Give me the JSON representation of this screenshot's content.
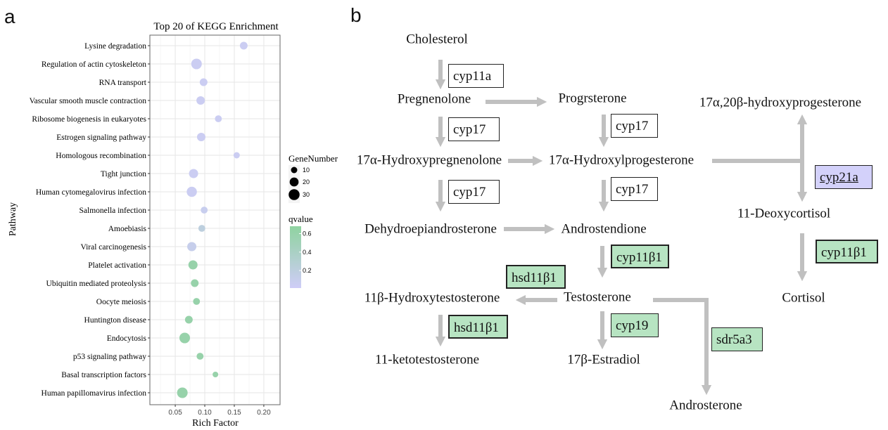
{
  "panels": {
    "a": "a",
    "b": "b"
  },
  "chart_data": {
    "type": "scatter",
    "title": "Top 20 of KEGG Enrichment",
    "xlabel": "Rich Factor",
    "ylabel": "Pathway",
    "xlim": [
      0.007,
      0.2275
    ],
    "x_ticks": [
      0.05,
      0.1,
      0.15,
      0.2
    ],
    "x_tick_labels": [
      "0.05",
      "0.10",
      "0.15",
      "0.20"
    ],
    "grid": true,
    "categories": [
      "Lysine degradation",
      "Regulation of actin cytoskeleton",
      "RNA transport",
      "Vascular smooth muscle contraction",
      "Ribosome biogenesis in eukaryotes",
      "Estrogen signaling pathway",
      "Homologous recombination",
      "Tight junction",
      "Human cytomegalovirus infection",
      "Salmonella infection",
      "Amoebiasis",
      "Viral carcinogenesis",
      "Platelet activation",
      "Ubiquitin mediated proteolysis",
      "Oocyte meiosis",
      "Huntington disease",
      "Endocytosis",
      "p53 signaling pathway",
      "Basal transcription factors",
      "Human papillomavirus infection"
    ],
    "rich_factor": [
      0.166,
      0.086,
      0.098,
      0.093,
      0.123,
      0.094,
      0.154,
      0.081,
      0.078,
      0.099,
      0.095,
      0.078,
      0.08,
      0.083,
      0.086,
      0.073,
      0.066,
      0.092,
      0.118,
      0.062
    ],
    "gene_number": [
      15,
      28,
      15,
      18,
      12,
      18,
      10,
      21,
      26,
      12,
      12,
      21,
      21,
      15,
      12,
      15,
      28,
      12,
      8,
      28
    ],
    "qvalue": [
      0.05,
      0.05,
      0.05,
      0.05,
      0.05,
      0.05,
      0.05,
      0.05,
      0.05,
      0.08,
      0.2,
      0.1,
      0.6,
      0.6,
      0.6,
      0.6,
      0.6,
      0.6,
      0.6,
      0.6
    ],
    "size_legend": {
      "title": "GeneNumber",
      "values": [
        10,
        20,
        30
      ],
      "labels": [
        "10",
        "20",
        "30"
      ]
    },
    "color_legend": {
      "title": "qvalue",
      "range": [
        0.01,
        0.68
      ],
      "ticks": [
        0.6,
        0.4,
        0.2
      ],
      "labels": [
        "0.6",
        "0.4",
        "0.2"
      ],
      "low_color": "#cfcdf7",
      "high_color": "#8fd3a0"
    },
    "legend_position": "right"
  },
  "diagram": {
    "nodes": {
      "cholesterol": "Cholesterol",
      "pregnenolone": "Pregnenolone",
      "progesterone": "Progrsterone",
      "hydroxypregnenolone": "17α-Hydroxypregnenolone",
      "hydroxyprogesterone": "17α-Hydroxylprogesterone",
      "dihydroxyprogesterone": "17α,20β-hydroxyprogesterone",
      "dhea": "Dehydroepiandrosterone",
      "androstendione": "Androstendione",
      "deoxycortisol": "11-Deoxycortisol",
      "hydroxytestosterone": "11β-Hydroxytestosterone",
      "testosterone": "Testosterone",
      "cortisol": "Cortisol",
      "ketotestosterone": "11-ketotestosterone",
      "estradiol": "17β-Estradiol",
      "androsterone": "Androsterone"
    },
    "enzymes": {
      "cyp11a": "cyp11a",
      "cyp17_a": "cyp17",
      "cyp17_b": "cyp17",
      "cyp17_c": "cyp17",
      "cyp17_d": "cyp17",
      "cyp21a": "cyp21a",
      "cyp11b1_a": "cyp11β1",
      "cyp11b1_b": "cyp11β1",
      "hsd11b1_a": "hsd11β1",
      "hsd11b1_b": "hsd11β1",
      "cyp19": "cyp19",
      "sdr5a3": "sdr5a3"
    },
    "colors": {
      "upregulated": "#b7e4c2",
      "downregulated": "#d3d1fa",
      "arrow": "#c0c0c0"
    }
  }
}
